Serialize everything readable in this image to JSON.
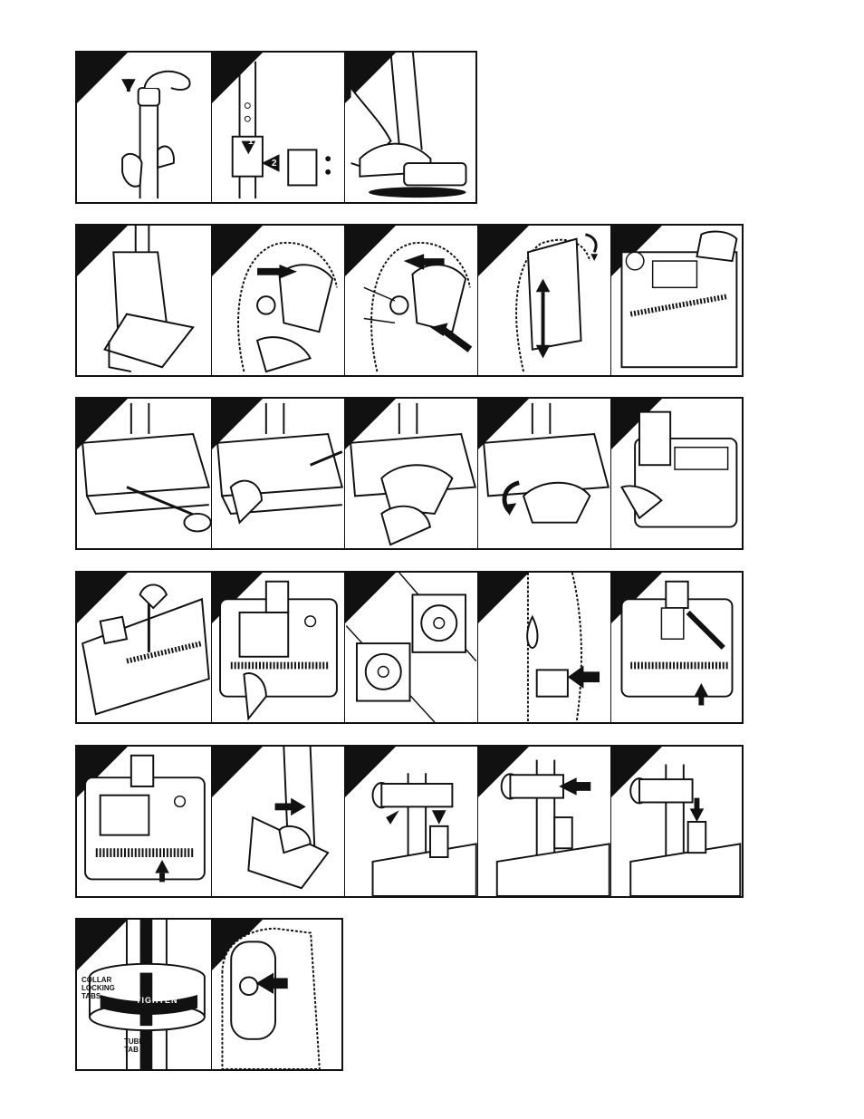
{
  "page": {
    "background": "#ffffff",
    "ink": "#111111"
  },
  "rows": [
    {
      "id": "row-1",
      "panels": [
        "handle-release",
        "bracket-attach",
        "foot-pedal"
      ]
    },
    {
      "id": "row-2",
      "panels": [
        "bag-housing",
        "bag-remove",
        "bag-insert",
        "bag-fold",
        "bottom-plate"
      ]
    },
    {
      "id": "row-3",
      "panels": [
        "screwdriver-latch",
        "lift-cover",
        "release-clip",
        "rotate-clip",
        "reassemble-plate"
      ]
    },
    {
      "id": "row-4",
      "panels": [
        "remove-screw",
        "lift-brushroll",
        "end-caps",
        "belt-slot",
        "install-belt"
      ]
    },
    {
      "id": "row-5",
      "panels": [
        "motor-belt",
        "attach-hose",
        "hose-connector",
        "tube-insert",
        "tube-lock"
      ]
    },
    {
      "id": "row-6",
      "panels": [
        "collar-tighten",
        "bag-port"
      ]
    }
  ],
  "callouts": {
    "step_one": "1",
    "step_two": "2",
    "collar_locking_tabs": "COLLAR\nLOCKING\nTABS",
    "tube_tab": "TUBE\nTAB",
    "tighten": "TIGHTEN"
  },
  "icons": [
    "up-arrow-icon",
    "right-arrow-icon",
    "down-arrow-icon",
    "double-arrow-icon",
    "rotate-arrow-icon"
  ]
}
